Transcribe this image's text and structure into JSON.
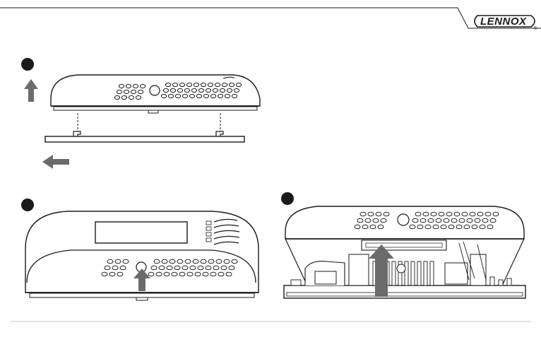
{
  "header": {
    "brand": "LENNOX",
    "registered_mark": "®"
  },
  "steps": [
    {
      "id": "step-1",
      "marker": "bullet",
      "actions": [
        "lift-up",
        "slide-left"
      ]
    },
    {
      "id": "step-2",
      "marker": "bullet",
      "actions": [
        "push-up-front-tab"
      ]
    },
    {
      "id": "step-3",
      "marker": "bullet",
      "actions": [
        "lift-cover-off"
      ]
    }
  ],
  "colors": {
    "line": "#1a1a1a",
    "arrow": "#6b6b6b",
    "bullet": "#1a1a1a",
    "footer_rule": "#c8c8c8"
  }
}
